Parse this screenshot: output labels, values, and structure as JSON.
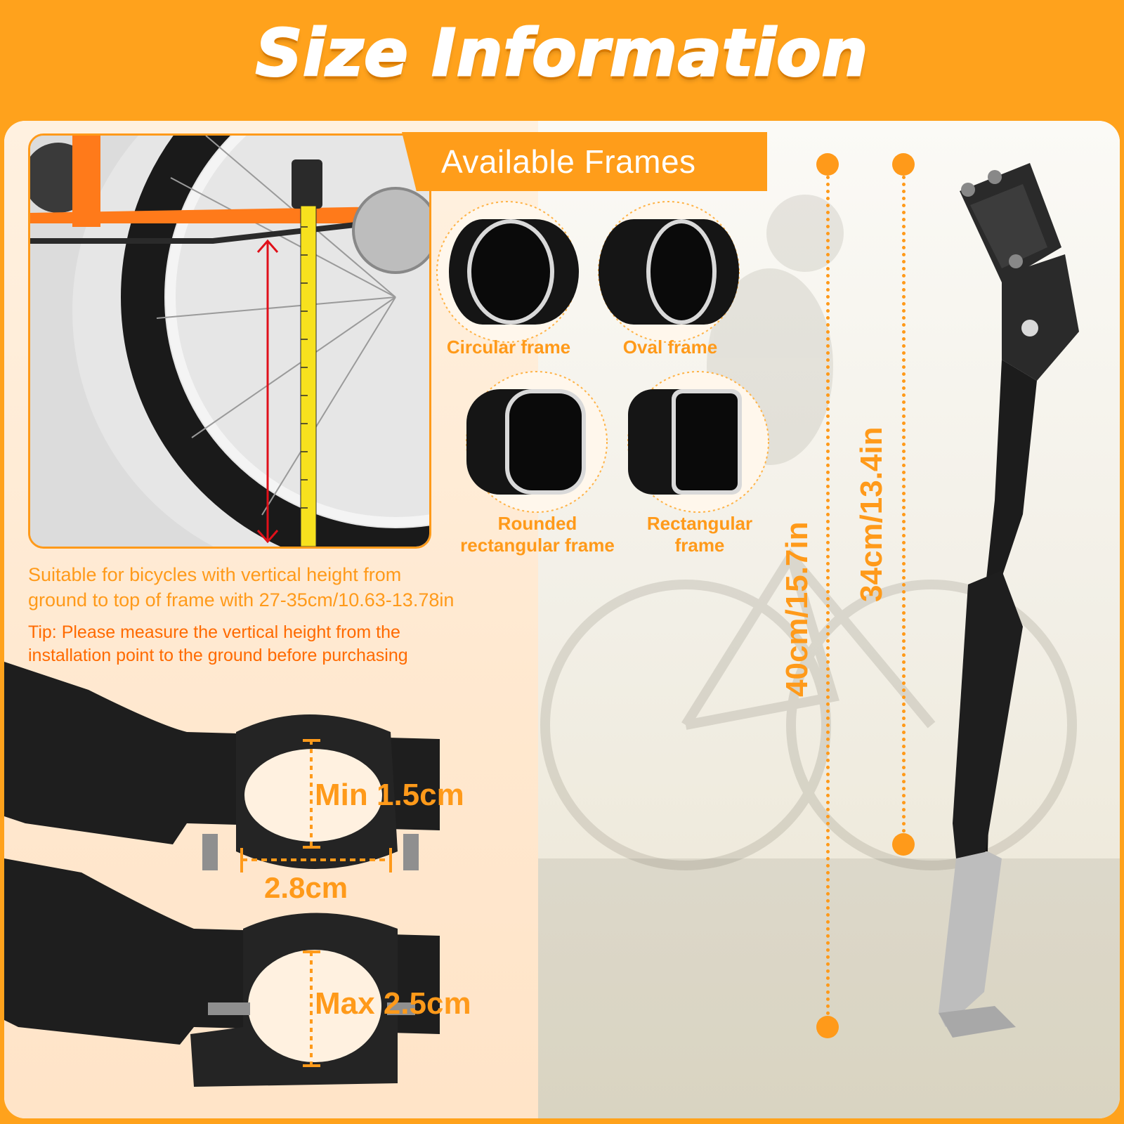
{
  "header": {
    "title": "Size Information"
  },
  "available_frames": {
    "heading": "Available Frames",
    "frames": [
      {
        "label_line1": "Circular frame",
        "label_line2": "",
        "icon": "circular-tube-icon"
      },
      {
        "label_line1": "Oval frame",
        "label_line2": "",
        "icon": "oval-tube-icon"
      },
      {
        "label_line1": "Rounded",
        "label_line2": "rectangular frame",
        "icon": "rounded-rect-tube-icon"
      },
      {
        "label_line1": "Rectangular",
        "label_line2": "frame",
        "icon": "rect-tube-icon"
      }
    ]
  },
  "suitability": {
    "line1": "Suitable for bicycles with vertical height from",
    "line2": "ground to top of frame with 27-35cm/10.63-13.78in"
  },
  "tip": {
    "line1": "Tip: Please measure the vertical height from the",
    "line2": "installation point to the ground before purchasing"
  },
  "clamp": {
    "min_label": "Min 1.5cm",
    "width_label": "2.8cm",
    "max_label": "Max 2.5cm"
  },
  "kickstand": {
    "total_height_label": "40cm/15.7in",
    "adjust_height_label": "34cm/13.4in"
  },
  "colors": {
    "accent": "#ffa21c",
    "label_orange": "#ff9a1a",
    "tip_orange": "#ff6a00",
    "product_black": "#1c1c1c"
  }
}
